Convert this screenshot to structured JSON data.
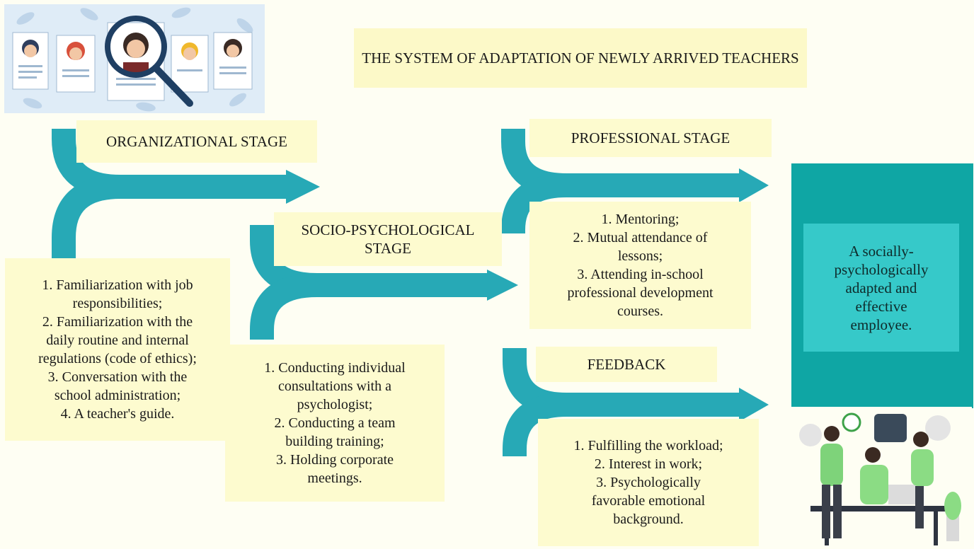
{
  "title": "THE SYSTEM OF ADAPTATION OF NEWLY ARRIVED TEACHERS",
  "colors": {
    "background": "#fefef3",
    "text_box": "#fdfbcf",
    "arrow": "#27a9b6",
    "result_panel": "#0fa6a4",
    "result_inner": "#36c9c9"
  },
  "stages": {
    "organizational": {
      "label": "ORGANIZATIONAL STAGE",
      "items": [
        "1. Familiarization with job",
        "responsibilities;",
        "2. Familiarization with the",
        "daily routine and internal",
        "regulations (code of ethics);",
        "3. Conversation with the",
        "school administration;",
        "4. A teacher's guide."
      ]
    },
    "socio_psychological": {
      "label_line1": "SOCIO-PSYCHOLOGICAL",
      "label_line2": "STAGE",
      "items": [
        "1. Conducting individual",
        "consultations with a",
        "psychologist;",
        "2. Conducting a team",
        "building training;",
        "3. Holding corporate",
        "meetings."
      ]
    },
    "professional": {
      "label": "PROFESSIONAL STAGE",
      "items": [
        "1. Mentoring;",
        "2. Mutual attendance of",
        "lessons;",
        "3. Attending in-school",
        "professional development",
        "courses."
      ]
    },
    "feedback": {
      "label": "FEEDBACK",
      "items": [
        "1. Fulfilling the workload;",
        "2. Interest in work;",
        "3. Psychologically",
        "favorable emotional",
        "background."
      ]
    }
  },
  "result": {
    "lines": [
      "A socially-",
      "psychologically",
      "adapted and",
      "effective",
      "employee."
    ]
  },
  "illustrations": {
    "top_left": "recruitment-magnifier-illustration",
    "bottom_right": "team-collaboration-illustration"
  }
}
